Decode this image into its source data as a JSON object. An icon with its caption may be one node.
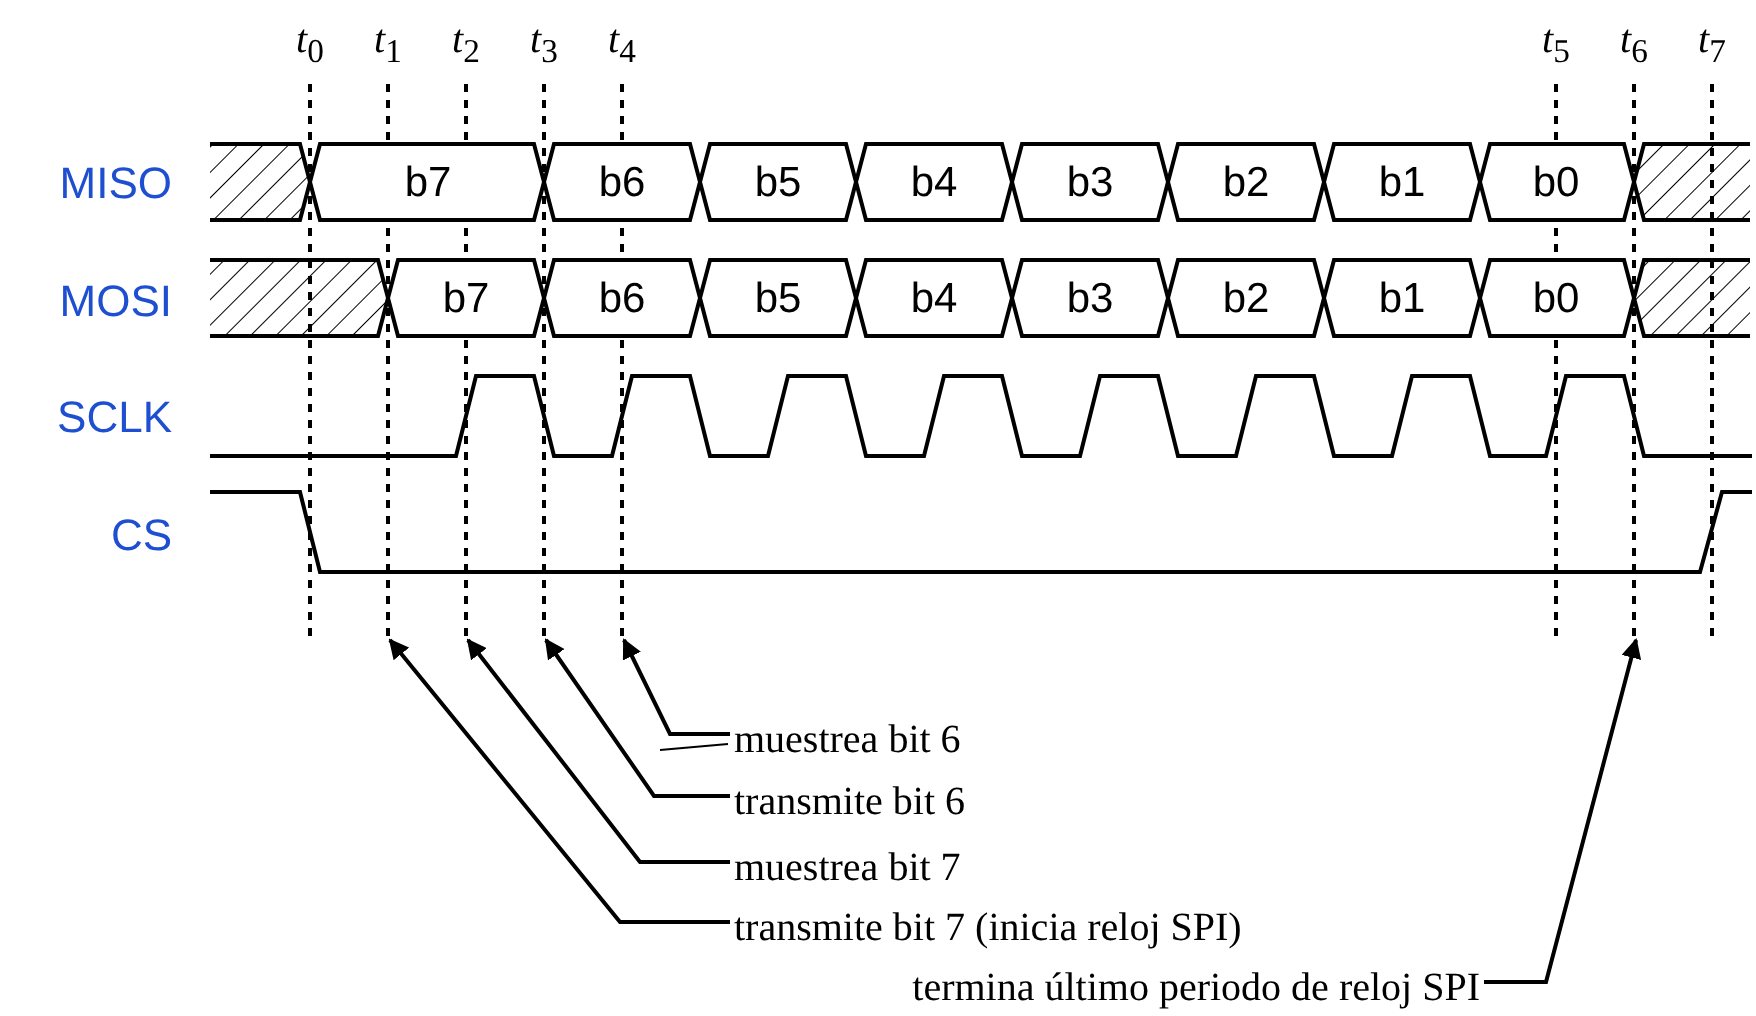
{
  "diagram": {
    "nodes": [
      {
        "text": [
          "*t*$_{0}$"
        ]
      },
      {
        "text": [
          "*t*$_{1}$"
        ]
      },
      {
        "text": [
          "*t*$_{2}$"
        ]
      },
      {
        "text": [
          "*t*$_{3}$"
        ]
      },
      {
        "text": [
          "*t*$_{4}$"
        ]
      },
      {
        "text": [
          "*t*$_{5}$"
        ]
      },
      {
        "text": [
          "*t*$_{6}$"
        ]
      },
      {
        "text": [
          "*t*$_{7}$"
        ]
      },
      {
        "text": [
          "muestrea bit 6"
        ]
      },
      {
        "text": [
          "transmite bit 6"
        ]
      },
      {
        "text": [
          "muestrea bit 7"
        ]
      },
      {
        "text": [
          "transmite bit 7 (inicia reloj SPI)"
        ]
      },
      {
        "text": [
          "termina último periodo de reloj SPI"
        ]
      }
    ],
    "edges": [
      {
        "from": 8,
        "to": 4,
        "arrow": "to"
      },
      {
        "from": 9,
        "to": 3,
        "arrow": "to"
      },
      {
        "from": 10,
        "to": 2,
        "arrow": "to"
      },
      {
        "from": 11,
        "to": 1,
        "arrow": "to"
      },
      {
        "from": 12,
        "to": 6,
        "arrow": "to"
      }
    ],
    "labels": [
      "MISO",
      "b7",
      "b6",
      "b5",
      "b4",
      "b3",
      "b2",
      "b1",
      "b0",
      "MOSI",
      "b7",
      "b6",
      "b5",
      "b4",
      "b3",
      "b2",
      "b1",
      "b0",
      "SCLK",
      "CS"
    ]
  }
}
